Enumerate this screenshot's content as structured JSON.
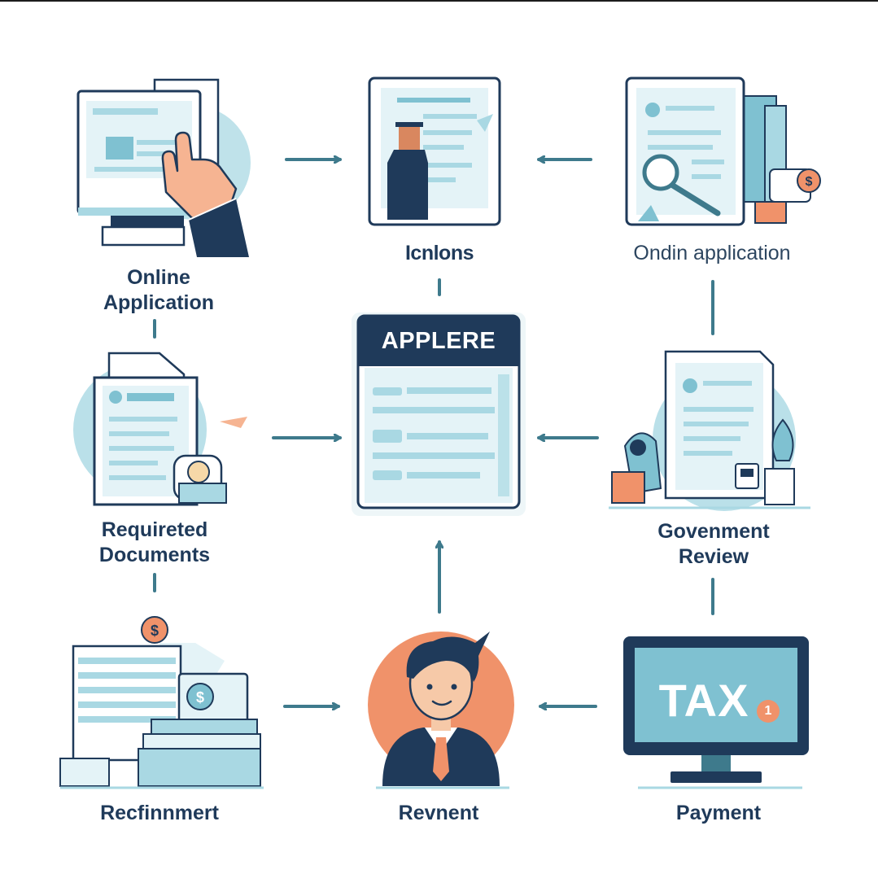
{
  "title": "",
  "nodes": [
    {
      "id": "online-application",
      "lines": [
        "Online",
        "Application"
      ]
    },
    {
      "id": "icnions",
      "lines": [
        "Icnlons"
      ]
    },
    {
      "id": "ondin-application",
      "lines": [
        "Ondin application"
      ]
    },
    {
      "id": "required-documents",
      "lines": [
        "Requireted",
        "Documents"
      ]
    },
    {
      "id": "center",
      "title": "APPLERE"
    },
    {
      "id": "government-review",
      "lines": [
        "Govenment",
        "Review"
      ]
    },
    {
      "id": "recfinnmert",
      "lines": [
        "Recfinnmert"
      ]
    },
    {
      "id": "revnent",
      "lines": [
        "Revnent"
      ]
    },
    {
      "id": "payment",
      "lines": [
        "Payment"
      ],
      "screen_text": "TAX",
      "badge": "1"
    }
  ],
  "colors": {
    "navy": "#1f3a5a",
    "teal": "#3e7a8c",
    "light_blue": "#a9d8e3",
    "pale_blue": "#e4f3f7",
    "orange": "#f0926a",
    "arrow": "#3e7a8c"
  },
  "icons": [
    "computer-hand-icon",
    "document-bottle-icon",
    "document-magnifier-icon",
    "document-stack-icon",
    "application-form-icon",
    "document-review-icon",
    "invoice-stack-icon",
    "officer-avatar-icon",
    "tax-monitor-icon"
  ]
}
